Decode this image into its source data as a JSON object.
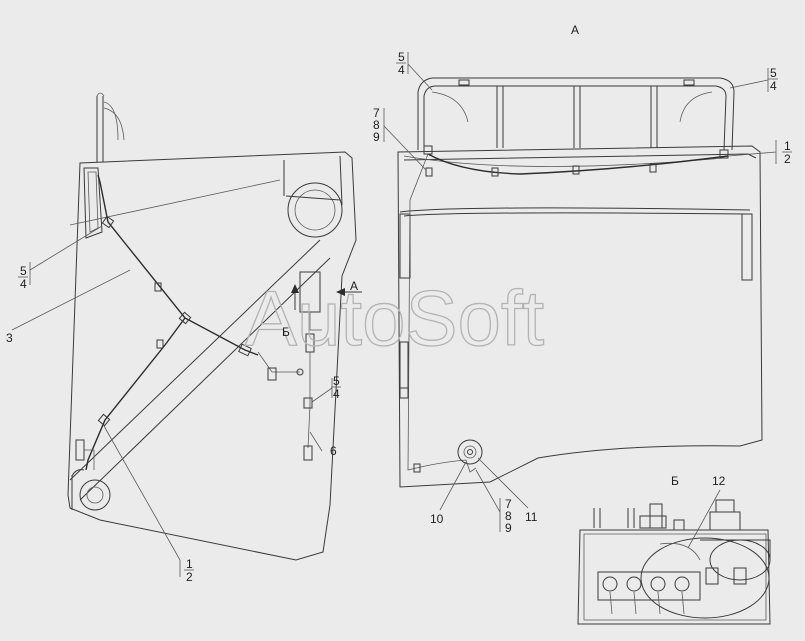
{
  "view_labels": {
    "view_a": "А",
    "view_b": "Б",
    "arrow_a": "А",
    "arrow_b": "Б"
  },
  "watermark": "AutoSoft",
  "callouts": {
    "left": {
      "c3": "3",
      "c54_top": "5",
      "c54_bottom": "4",
      "c12_top": "1",
      "c12_bottom": "2",
      "c54b_top": "5",
      "c54b_bottom": "4",
      "c6": "6"
    },
    "right": {
      "tl54_top": "5",
      "tl54_bottom": "4",
      "tr54_top": "5",
      "tr54_bottom": "4",
      "s789_1": "7",
      "s789_2": "8",
      "s789_3": "9",
      "r12_top": "1",
      "r12_bottom": "2",
      "c10": "10",
      "c11": "11",
      "b789_1": "7",
      "b789_2": "8",
      "b789_3": "9"
    },
    "inset": {
      "c12": "12"
    }
  }
}
